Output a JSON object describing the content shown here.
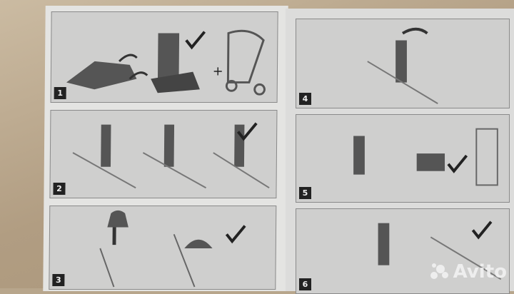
{
  "booklet": {
    "steps": [
      {
        "number": "1"
      },
      {
        "number": "2"
      },
      {
        "number": "3"
      },
      {
        "number": "4"
      },
      {
        "number": "5"
      },
      {
        "number": "6"
      }
    ]
  },
  "watermark": {
    "text": "Avito"
  }
}
